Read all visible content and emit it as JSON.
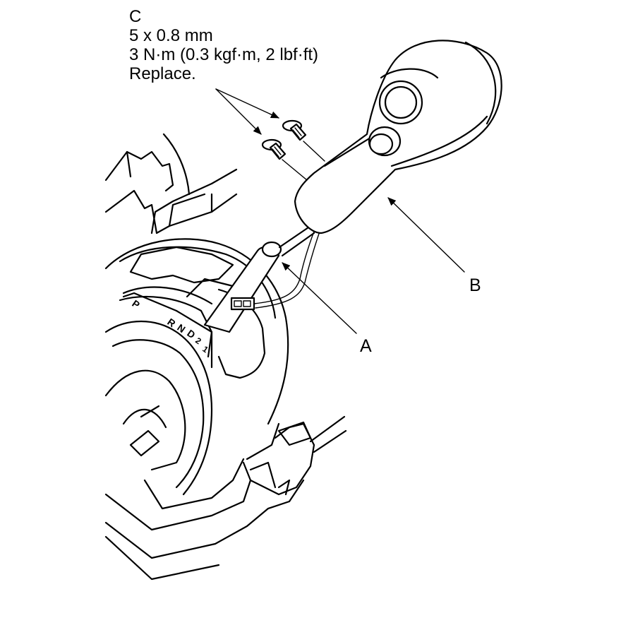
{
  "part_c": {
    "letter": "C",
    "size": "5 x 0.8 mm",
    "torque": "3 N·m (0.3 kgf·m, 2 lbf·ft)",
    "note": "Replace."
  },
  "callouts": {
    "a": "A",
    "b": "B"
  },
  "indicator_letters": [
    "P",
    "R",
    "N",
    "D",
    "2",
    "1"
  ]
}
